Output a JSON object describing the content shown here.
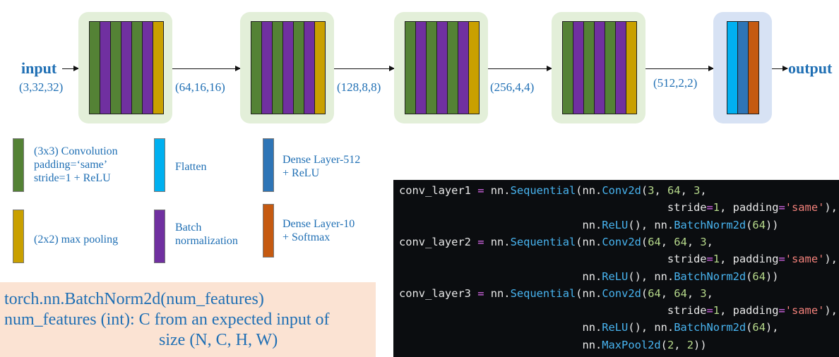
{
  "diagram": {
    "input_label": "input",
    "input_shape": "(3,32,32)",
    "output_label": "output",
    "shapes": [
      "(64,16,16)",
      "(128,8,8)",
      "(256,4,4)",
      "(512,2,2)"
    ]
  },
  "colors": {
    "conv": "#548235",
    "batch_norm": "#7030a0",
    "max_pool": "#c9a000",
    "flatten": "#00b0f0",
    "dense_512": "#2e75b6",
    "dense_10": "#c55a11",
    "block_bg": "#e3efd9",
    "output_block_bg": "#d7e2f4"
  },
  "legend": [
    {
      "id": "conv",
      "text": "(3x3) Convolution\npadding=‘same’\nstride=1 + ReLU",
      "color": "#548235",
      "icon": "green-bar"
    },
    {
      "id": "flatten",
      "text": "Flatten",
      "color": "#00b0f0",
      "icon": "cyan-bar"
    },
    {
      "id": "dense512",
      "text": "Dense Layer-512\n+ ReLU",
      "color": "#2e75b6",
      "icon": "blue-bar"
    },
    {
      "id": "maxpool",
      "text": "(2x2) max pooling",
      "color": "#c9a000",
      "icon": "gold-bar"
    },
    {
      "id": "batchnorm",
      "text": "Batch\nnormalization",
      "color": "#7030a0",
      "icon": "purple-bar"
    },
    {
      "id": "dense10",
      "text": "Dense Layer-10\n+ Softmax",
      "color": "#c55a11",
      "icon": "orange-bar"
    }
  ],
  "note": {
    "line1": "torch.nn.BatchNorm2d(num_features)",
    "line2": "num_features (int): C from an expected input of",
    "line3": "size (N, C, H, W)"
  },
  "code": {
    "lines": [
      [
        [
          "plain",
          "conv_layer1 "
        ],
        [
          "op",
          "="
        ],
        [
          "plain",
          " nn."
        ],
        [
          "fn",
          "Sequential"
        ],
        [
          "plain",
          "(nn."
        ],
        [
          "fn",
          "Conv2d"
        ],
        [
          "plain",
          "("
        ],
        [
          "num",
          "3"
        ],
        [
          "plain",
          ", "
        ],
        [
          "num",
          "64"
        ],
        [
          "plain",
          ", "
        ],
        [
          "num",
          "3"
        ],
        [
          "plain",
          ","
        ]
      ],
      [
        [
          "plain",
          "                                         stride"
        ],
        [
          "op",
          "="
        ],
        [
          "num",
          "1"
        ],
        [
          "plain",
          ", padding"
        ],
        [
          "op",
          "="
        ],
        [
          "str",
          "'same'"
        ],
        [
          "plain",
          "),"
        ]
      ],
      [
        [
          "plain",
          "                            nn."
        ],
        [
          "fn",
          "ReLU"
        ],
        [
          "plain",
          "(), nn."
        ],
        [
          "fn",
          "BatchNorm2d"
        ],
        [
          "plain",
          "("
        ],
        [
          "num",
          "64"
        ],
        [
          "plain",
          "))"
        ]
      ],
      [
        [
          "plain",
          "conv_layer2 "
        ],
        [
          "op",
          "="
        ],
        [
          "plain",
          " nn."
        ],
        [
          "fn",
          "Sequential"
        ],
        [
          "plain",
          "(nn."
        ],
        [
          "fn",
          "Conv2d"
        ],
        [
          "plain",
          "("
        ],
        [
          "num",
          "64"
        ],
        [
          "plain",
          ", "
        ],
        [
          "num",
          "64"
        ],
        [
          "plain",
          ", "
        ],
        [
          "num",
          "3"
        ],
        [
          "plain",
          ","
        ]
      ],
      [
        [
          "plain",
          "                                         stride"
        ],
        [
          "op",
          "="
        ],
        [
          "num",
          "1"
        ],
        [
          "plain",
          ", padding"
        ],
        [
          "op",
          "="
        ],
        [
          "str",
          "'same'"
        ],
        [
          "plain",
          "),"
        ]
      ],
      [
        [
          "plain",
          "                            nn."
        ],
        [
          "fn",
          "ReLU"
        ],
        [
          "plain",
          "(), nn."
        ],
        [
          "fn",
          "BatchNorm2d"
        ],
        [
          "plain",
          "("
        ],
        [
          "num",
          "64"
        ],
        [
          "plain",
          "))"
        ]
      ],
      [
        [
          "plain",
          "conv_layer3 "
        ],
        [
          "op",
          "="
        ],
        [
          "plain",
          " nn."
        ],
        [
          "fn",
          "Sequential"
        ],
        [
          "plain",
          "(nn."
        ],
        [
          "fn",
          "Conv2d"
        ],
        [
          "plain",
          "("
        ],
        [
          "num",
          "64"
        ],
        [
          "plain",
          ", "
        ],
        [
          "num",
          "64"
        ],
        [
          "plain",
          ", "
        ],
        [
          "num",
          "3"
        ],
        [
          "plain",
          ","
        ]
      ],
      [
        [
          "plain",
          "                                         stride"
        ],
        [
          "op",
          "="
        ],
        [
          "num",
          "1"
        ],
        [
          "plain",
          ", padding"
        ],
        [
          "op",
          "="
        ],
        [
          "str",
          "'same'"
        ],
        [
          "plain",
          "),"
        ]
      ],
      [
        [
          "plain",
          "                            nn."
        ],
        [
          "fn",
          "ReLU"
        ],
        [
          "plain",
          "(), nn."
        ],
        [
          "fn",
          "BatchNorm2d"
        ],
        [
          "plain",
          "("
        ],
        [
          "num",
          "64"
        ],
        [
          "plain",
          "),"
        ]
      ],
      [
        [
          "plain",
          "                            nn."
        ],
        [
          "fn",
          "MaxPool2d"
        ],
        [
          "plain",
          "("
        ],
        [
          "num",
          "2"
        ],
        [
          "plain",
          ", "
        ],
        [
          "num",
          "2"
        ],
        [
          "plain",
          "))"
        ]
      ]
    ]
  }
}
